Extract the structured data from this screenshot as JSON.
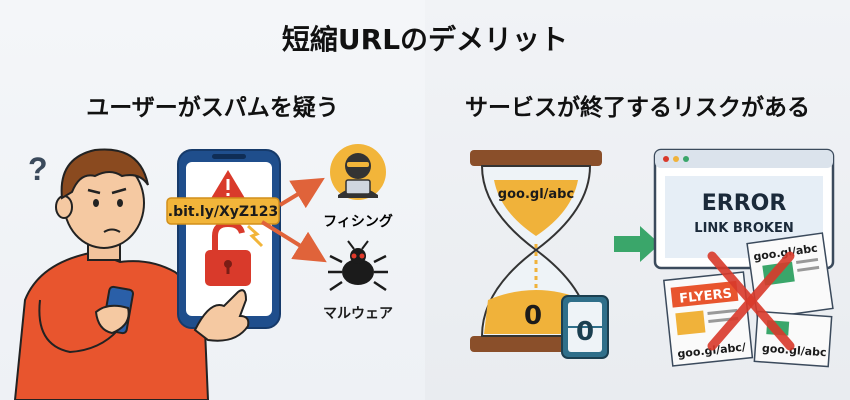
{
  "title": "短縮URLのデメリット",
  "left": {
    "heading": "ユーザーがスパムを疑う",
    "phone_url": ".bit.ly/XyZ123",
    "phishing_label": "フィシング",
    "malware_label": "マルウェア",
    "question_mark": "?"
  },
  "right": {
    "heading": "サービスが終了するリスクがある",
    "hourglass_url": "goo.gl/abc",
    "counter": [
      "0",
      "0"
    ],
    "error_title": "ERROR",
    "error_subtitle": "LINK BROKEN",
    "flyer_label": "FLYERS",
    "doc_url_top": "goo.gl/abc",
    "doc_url_bottom_left": "goo.gl/abc/",
    "doc_url_bottom_right": "goo.gl/abc"
  },
  "colors": {
    "phone_frame": "#1f4e8c",
    "url_badge": "#f2b53a",
    "alert_red": "#d93a2b",
    "arrow_orange": "#e0633a",
    "arrow_green": "#3aa66a",
    "shirt": "#e8552e",
    "hourglass_sand": "#f0b23a"
  }
}
